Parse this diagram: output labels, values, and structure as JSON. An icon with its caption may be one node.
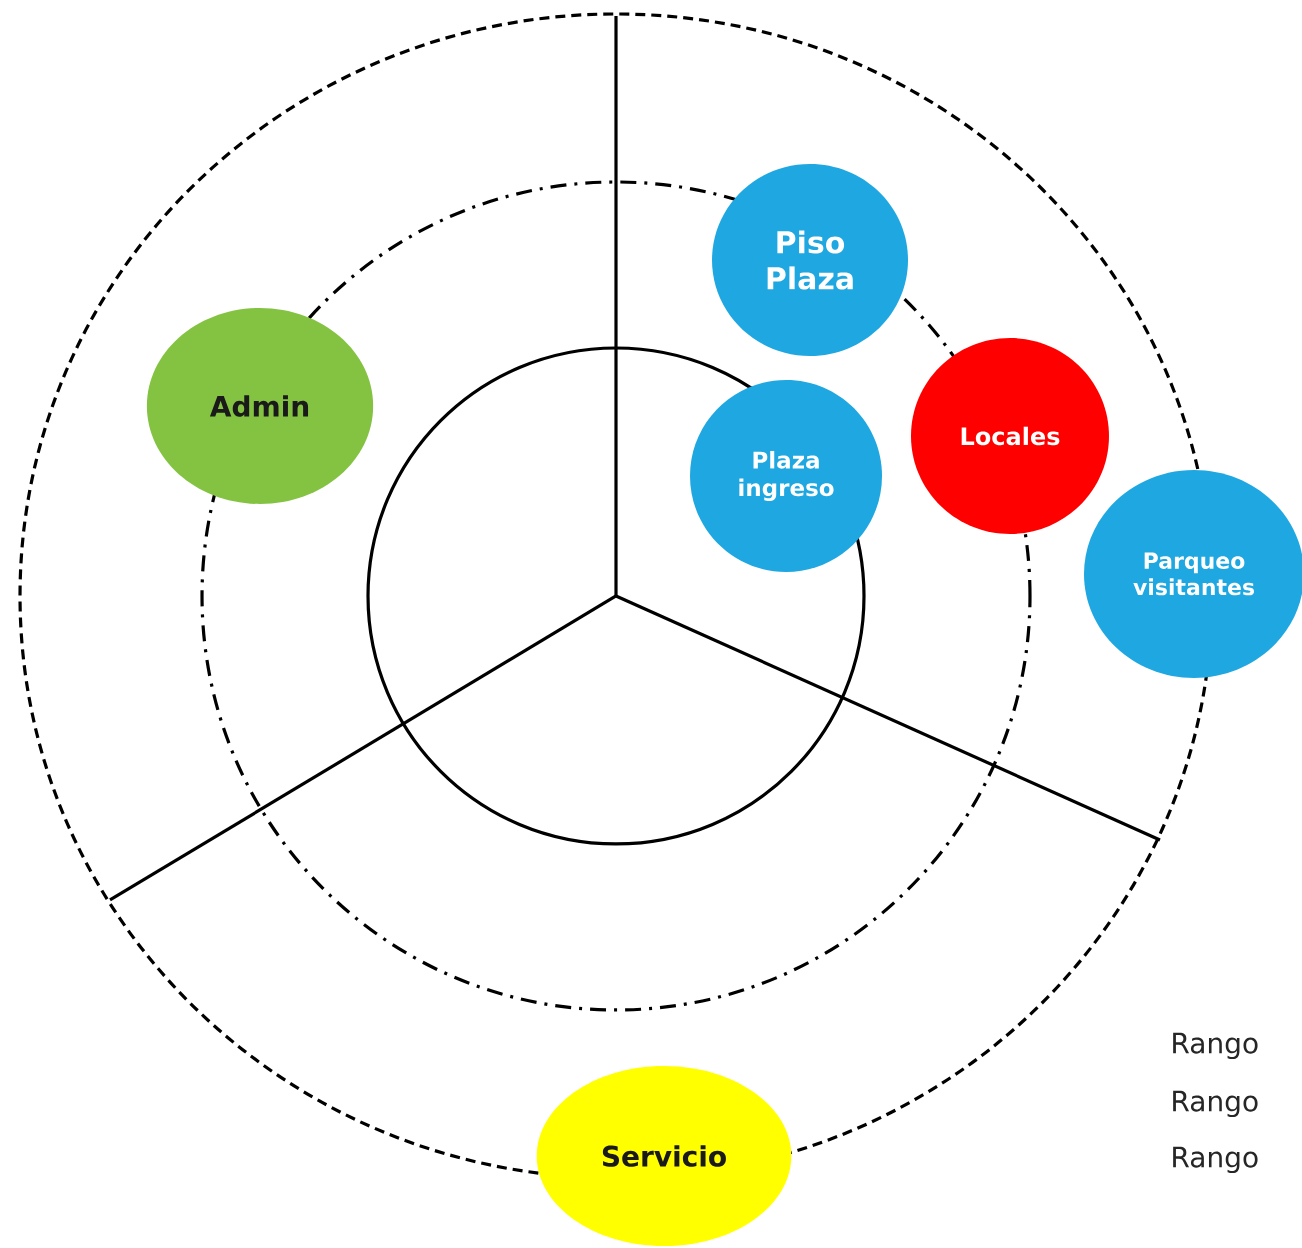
{
  "diagram": {
    "nodes": [
      {
        "text": [
          "Piso Plaza"
        ]
      },
      {
        "text": [
          "Admin"
        ]
      },
      {
        "text": [
          "Plaza ingreso"
        ]
      },
      {
        "text": [
          "Locales"
        ]
      },
      {
        "text": [
          "Parqueo visitantes"
        ]
      },
      {
        "text": [
          "Servicio"
        ]
      }
    ],
    "labels": [
      "Rango",
      "Rango",
      "Rango"
    ]
  }
}
